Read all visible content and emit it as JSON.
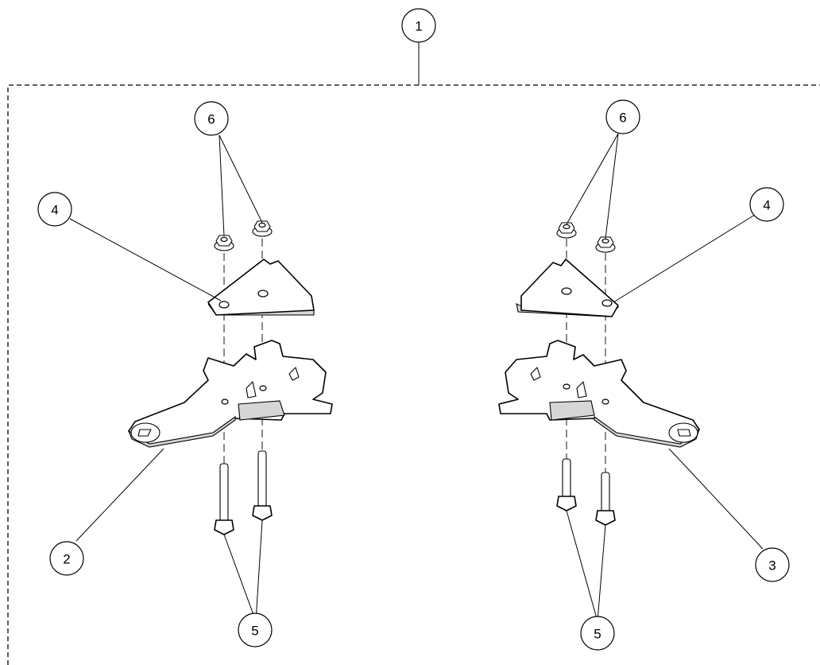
{
  "callouts": {
    "assembly": "1",
    "left_latch": "2",
    "right_latch": "3",
    "left_plate": "4",
    "right_plate": "4",
    "left_bolts": "5",
    "right_bolts": "5",
    "left_nuts": "6",
    "right_nuts": "6"
  }
}
